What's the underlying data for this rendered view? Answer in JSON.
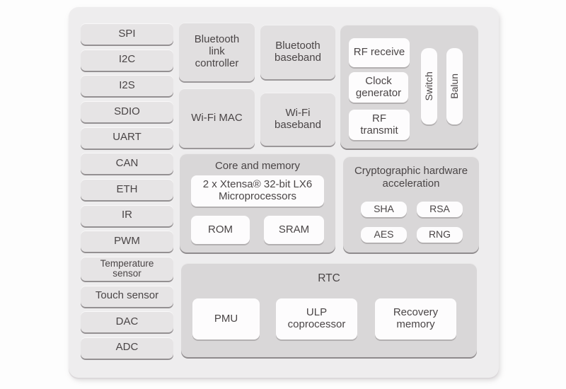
{
  "colors": {
    "page-bg": "#fdfdfd",
    "board-bg": "#eeedee",
    "periph-bg": "#e6e4e5",
    "periph-edge": "#949092",
    "block-bg": "#e1dfe0",
    "block-edge": "#9b9799",
    "region-bg": "#d9d7d8",
    "region-edge": "#8f8b8d",
    "white-bg": "#fdfcfd",
    "white-edge": "#b3b0b1",
    "text": "#4a4546"
  },
  "peripherals": [
    "SPI",
    "I2C",
    "I2S",
    "SDIO",
    "UART",
    "CAN",
    "ETH",
    "IR",
    "PWM",
    "Temperature\nsensor",
    "Touch sensor",
    "DAC",
    "ADC"
  ],
  "radio": {
    "bluetooth_link_controller": "Bluetooth\nlink\ncontroller",
    "bluetooth_baseband": "Bluetooth\nbaseband",
    "wifi_mac": "Wi-Fi MAC",
    "wifi_baseband": "Wi-Fi\nbaseband"
  },
  "rf": {
    "receive": "RF receive",
    "clock_generator": "Clock\ngenerator",
    "transmit": "RF\ntransmit",
    "switch": "Switch",
    "balun": "Balun"
  },
  "core": {
    "title": "Core and memory",
    "cpu": "2 x Xtensa® 32-bit LX6\nMicroprocessors",
    "rom": "ROM",
    "sram": "SRAM"
  },
  "crypto": {
    "title": "Cryptographic hardware\nacceleration",
    "blocks": [
      "SHA",
      "RSA",
      "AES",
      "RNG"
    ]
  },
  "rtc": {
    "title": "RTC",
    "pmu": "PMU",
    "ulp": "ULP\ncoprocessor",
    "recovery": "Recovery\nmemory"
  }
}
